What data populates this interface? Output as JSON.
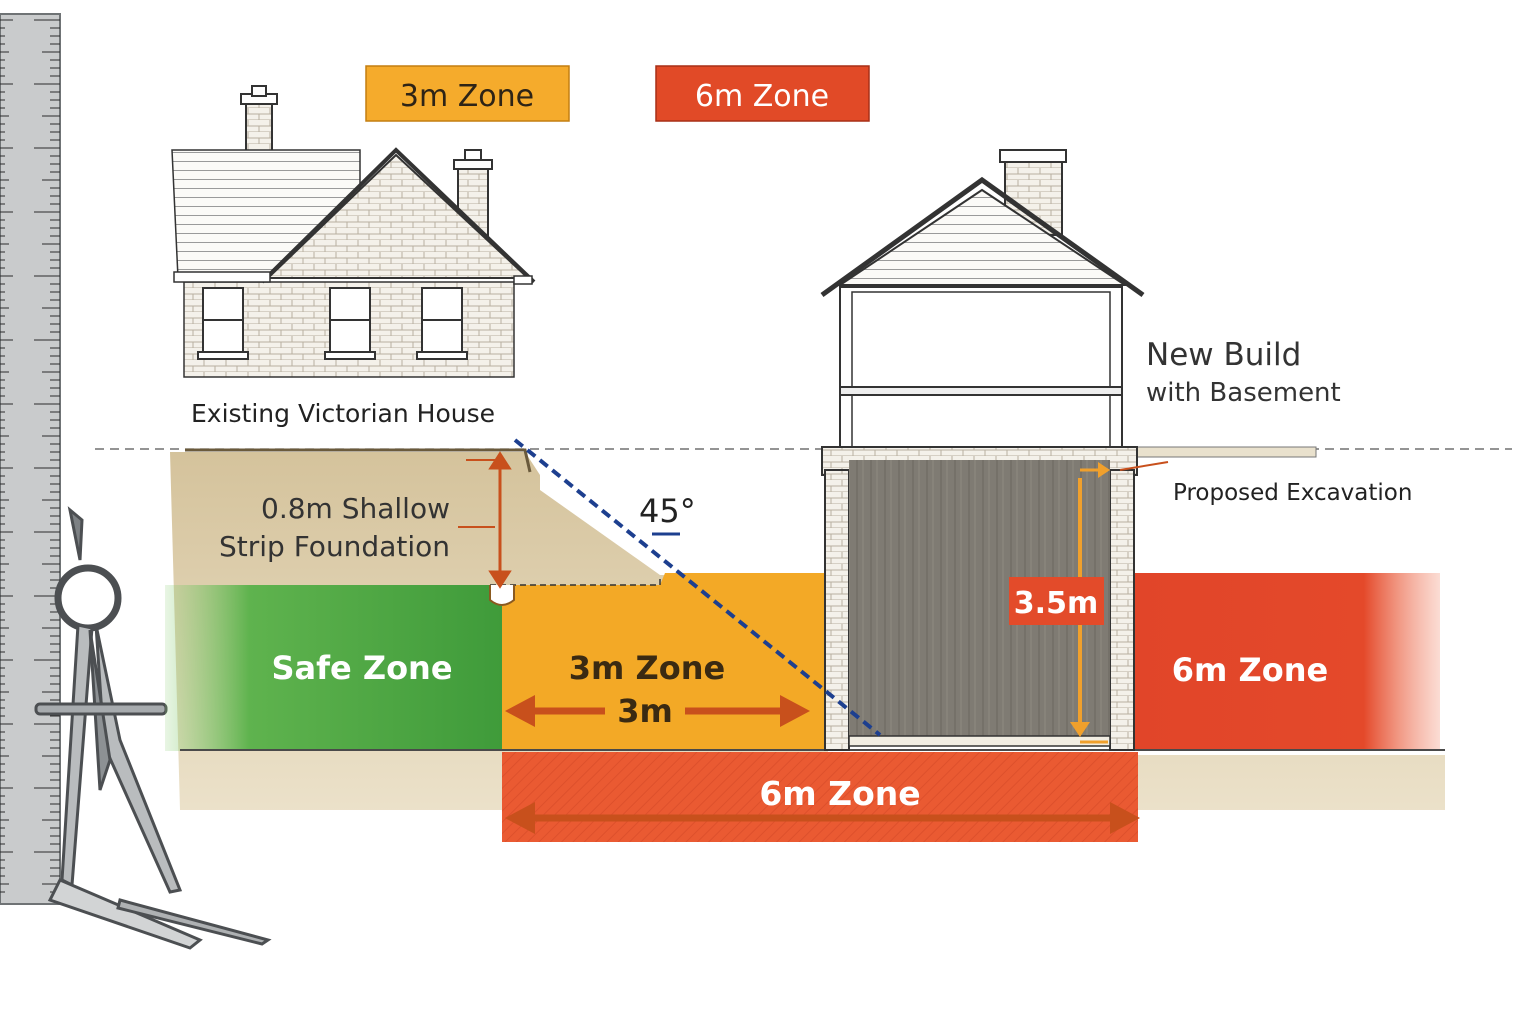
{
  "legend": {
    "zone_3m": "3m Zone",
    "zone_6m": "6m Zone"
  },
  "houses": {
    "existing": "Existing Victorian House",
    "new_build_line1": "New Build",
    "new_build_line2": "with Basement"
  },
  "foundation": {
    "line1": "0.8m Shallow",
    "line2": "Strip Foundation"
  },
  "angle": "45°",
  "zones": {
    "safe": "Safe Zone",
    "three": "3m Zone",
    "three_distance": "3m",
    "six_right": "6m Zone",
    "six_bottom": "6m Zone"
  },
  "excavation": {
    "label": "Proposed Excavation",
    "depth": "3.5m"
  },
  "colors": {
    "safe": "#52a845",
    "zone3": "#f3a926",
    "zone6": "#e4492a",
    "arrow": "#c8501c",
    "guide": "#1d3f8f",
    "soil": "#d9c8a0",
    "basement": "#7d7a72"
  }
}
